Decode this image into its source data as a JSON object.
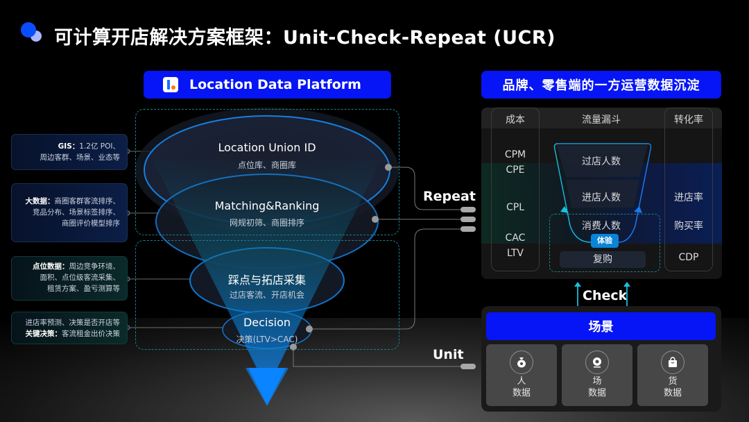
{
  "title": "可计算开店解决方案框架：Unit-Check-Repeat (UCR)",
  "platform": {
    "logo_icon": "location-data-platform-logo",
    "label": "Location Data Platform"
  },
  "brand_header": "品牌、零售端的一方运营数据沉淀",
  "left_cards": [
    {
      "bold": "GIS：",
      "text_line1": "1.2亿 POI、",
      "text_line2": "周边客群、场景、业态等"
    },
    {
      "bold": "大数据：",
      "text_line1": "商圈客群客流排序、",
      "text_line2": "竞品分布、场景标签排序、",
      "text_line3": "商圈评价模型排序"
    },
    {
      "bold": "点位数据：",
      "text_line1": "周边竞争环境、",
      "text_line2": "面积、点位级客流采集、",
      "text_line3": "租赁方案、盈亏测算等"
    },
    {
      "text_line1": "进店率预测、决策是否开店等",
      "bold": "关键决策：",
      "text_line2": "客流租金出价决策"
    }
  ],
  "funnel_layers": [
    {
      "title": "Location Union ID",
      "subtitle": "点位库、商圈库"
    },
    {
      "title": "Matching&Ranking",
      "subtitle": "网规初筛、商圈排序"
    },
    {
      "title": "踩点与拓店采集",
      "subtitle": "过店客流、开店机会"
    },
    {
      "title": "Decision",
      "subtitle": "决策(LTV>CAC)"
    }
  ],
  "flow_labels": {
    "repeat": "Repeat",
    "check": "Check",
    "unit": "Unit"
  },
  "ops_table": {
    "headers": [
      "成本",
      "流量漏斗",
      "转化率"
    ],
    "cost_metrics": [
      "CPM",
      "CPE",
      "CPL",
      "CAC",
      "LTV"
    ],
    "funnel_steps": [
      "过店人数",
      "进店人数",
      "消费人数",
      "复购"
    ],
    "experience_badge": "体验",
    "conversion_metrics": [
      "进店率",
      "购买率",
      "CDP"
    ]
  },
  "scene": {
    "header": "场景",
    "tiles": [
      {
        "icon": "money-bag-icon",
        "line1": "人",
        "line2": "数据"
      },
      {
        "icon": "camera-icon",
        "line1": "场",
        "line2": "数据"
      },
      {
        "icon": "shopping-bag-icon",
        "line1": "货",
        "line2": "数据"
      }
    ]
  },
  "colors": {
    "brand_blue": "#0515f5",
    "funnel_blue": "#0a84ff",
    "dashed_teal": "#1d7f93",
    "accent_cyan": "#19c1dd"
  }
}
